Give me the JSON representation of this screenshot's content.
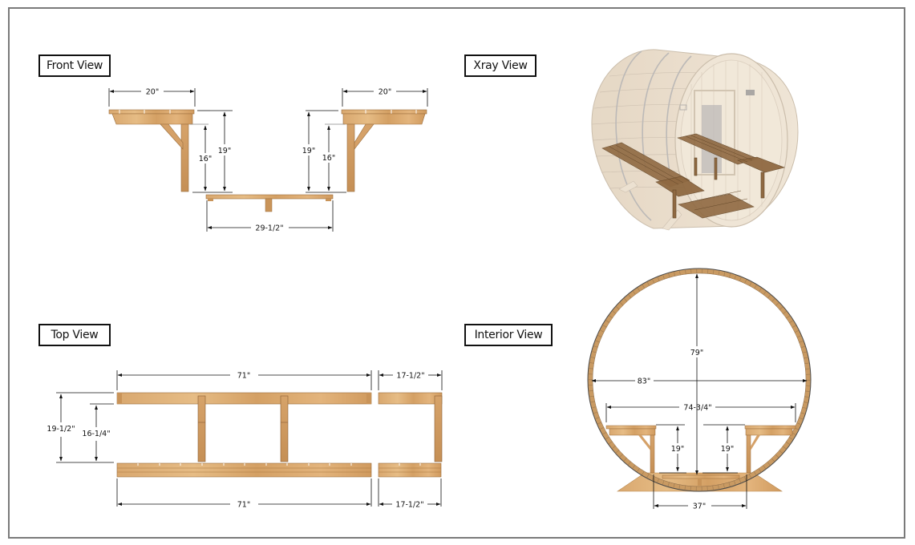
{
  "document": {
    "type": "barrel sauna bench plan sheet",
    "colors": {
      "frame_border": "#7a7a7a",
      "wood_light": "#e2b47d",
      "wood_mid": "#d3a066",
      "wood_dark": "#b9864e",
      "dimension_line": "#111111",
      "barrel_xray": "#e9dccb",
      "xray_bench": "#7a5530"
    }
  },
  "views": {
    "front": {
      "label": "Front View",
      "dimensions": {
        "left_bench_width": "20\"",
        "right_bench_width": "20\"",
        "left_seat_height": "19\"",
        "left_leg_height": "16\"",
        "right_seat_height": "19\"",
        "right_leg_height": "16\"",
        "floor_bench_width": "29-1/2\""
      }
    },
    "xray": {
      "label": "Xray View",
      "description": "Translucent barrel sauna showing two interior benches, floor slats, door and heater controls"
    },
    "top": {
      "label": "Top View",
      "dimensions": {
        "upper_long_length": "71\"",
        "upper_short_length": "17-1/2\"",
        "overall_depth": "19-1/2\"",
        "inner_depth": "16-1/4\"",
        "lower_long_length": "71\"",
        "lower_short_length": "17-1/2\""
      }
    },
    "interior": {
      "label": "Interior View",
      "dimensions": {
        "interior_height": "79\"",
        "interior_width": "83\"",
        "bench_span": "74-3/4\"",
        "left_bench_height": "19\"",
        "right_bench_height": "19\"",
        "floor_width": "37\""
      }
    }
  }
}
